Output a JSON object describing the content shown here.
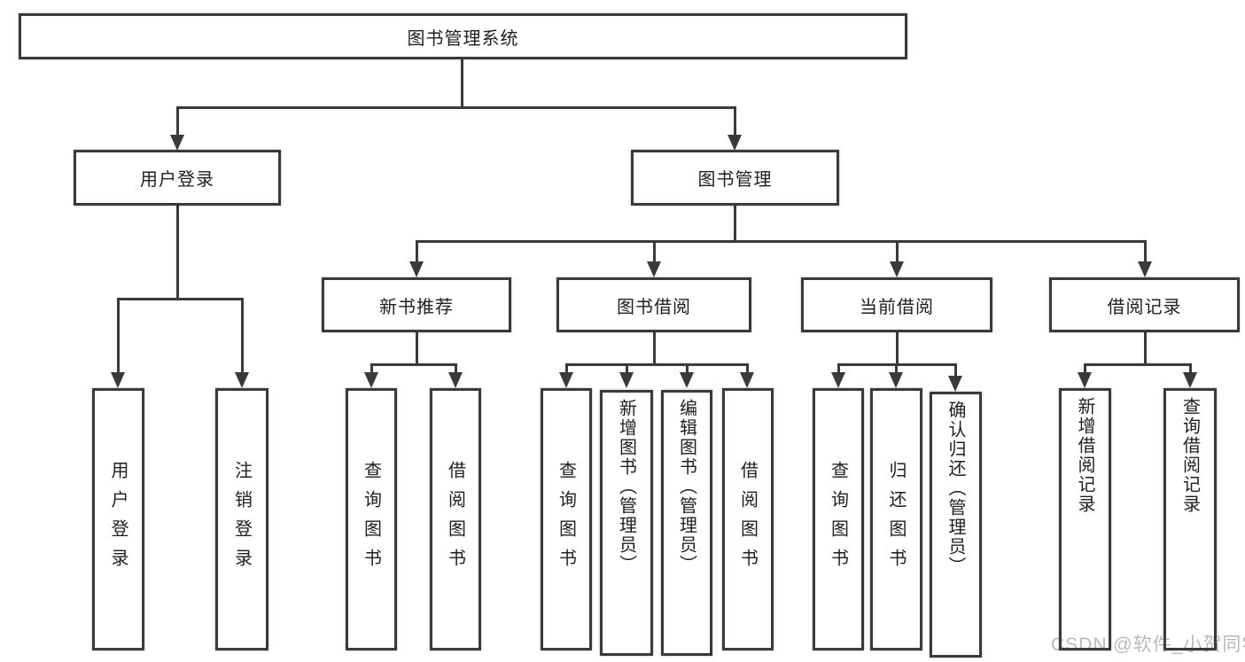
{
  "nodes": {
    "root": "图书管理系统",
    "level2": [
      "用户登录",
      "图书管理"
    ],
    "level3": [
      "新书推荐",
      "图书借阅",
      "当前借阅",
      "借阅记录"
    ],
    "leaves": [
      "用户登录",
      "注销登录",
      "查询图书",
      "借阅图书",
      "查询图书",
      "新增图书（管理员）",
      "编辑图书（管理员）",
      "借阅图书",
      "查询图书",
      "归还图书",
      "确认归还（管理员）",
      "新增借阅记录",
      "查询借阅记录"
    ]
  },
  "watermark": "CSDN @软件_小贺同学",
  "colors": {
    "line": "#3a3a3a",
    "text": "#1f1f1f",
    "background": "#ffffff",
    "watermark_text": "#a9a9a9"
  }
}
